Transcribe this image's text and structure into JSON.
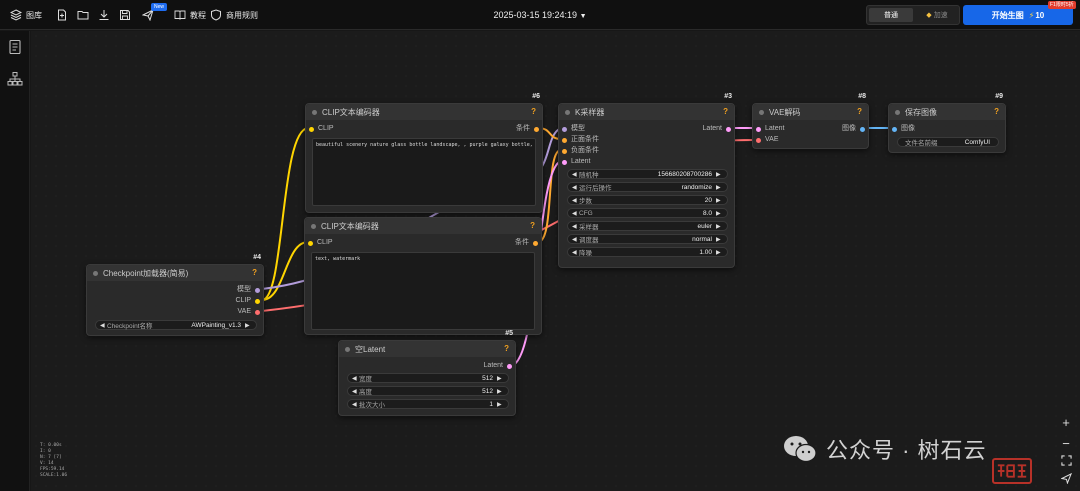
{
  "topbar": {
    "gallery_label": "图库",
    "new_badge": "New",
    "tutorial_label": "教程",
    "rules_label": "商用规则",
    "datetime": "2025-03-15 19:24:19",
    "mode_normal": "普通",
    "mode_boost": "加速",
    "start_label": "开始生图",
    "start_cost": "10",
    "limit_badge": "F1限时5折"
  },
  "nodes": {
    "clip1": {
      "id": "#6",
      "title": "CLIP文本编码器",
      "in_clip": "CLIP",
      "out_cond": "条件",
      "text": "beautiful scenery nature glass bottle landscape, , purple galaxy bottle,"
    },
    "clip2": {
      "id": "",
      "title": "CLIP文本编码器",
      "in_clip": "CLIP",
      "out_cond": "条件",
      "text": "text, watermark"
    },
    "ksampler": {
      "id": "#3",
      "title": "K采样器",
      "in_model": "模型",
      "in_pos": "正面条件",
      "in_neg": "负面条件",
      "in_latent": "Latent",
      "out_latent": "Latent",
      "widgets": [
        {
          "label": "随机种",
          "value": "156680208700286"
        },
        {
          "label": "运行后操作",
          "value": "randomize"
        },
        {
          "label": "步数",
          "value": "20"
        },
        {
          "label": "CFG",
          "value": "8.0"
        },
        {
          "label": "采样器",
          "value": "euler"
        },
        {
          "label": "调度器",
          "value": "normal"
        },
        {
          "label": "降噪",
          "value": "1.00"
        }
      ]
    },
    "vae": {
      "id": "#8",
      "title": "VAE解码",
      "in_latent": "Latent",
      "in_vae": "VAE",
      "out_image": "图像"
    },
    "save": {
      "id": "#9",
      "title": "保存图像",
      "in_image": "图像",
      "widget_label": "文件名前缀",
      "widget_value": "ComfyUI"
    },
    "checkpoint": {
      "id": "#4",
      "title": "Checkpoint加载器(简易)",
      "out_model": "模型",
      "out_clip": "CLIP",
      "out_vae": "VAE",
      "widget_label": "Checkpoint名称",
      "widget_value": "AWPainting_v1.3"
    },
    "latent": {
      "id": "#5",
      "title": "空Latent",
      "out_latent": "Latent",
      "widgets": [
        {
          "label": "宽度",
          "value": "512"
        },
        {
          "label": "高度",
          "value": "512"
        },
        {
          "label": "批次大小",
          "value": "1"
        }
      ]
    }
  },
  "stats": [
    "T: 0.00s",
    "I: 0",
    "N: 7 [7]",
    "V: 14",
    "FPS:59.14",
    "SCALE:1.06"
  ],
  "right_tools": {
    "zoom_in": "+",
    "zoom_out": "−"
  },
  "watermark": {
    "text": "公众号 · 树石云"
  },
  "colors": {
    "accent_blue": "#1767e8",
    "wire_model": "#b39ddb",
    "wire_clip": "#ffd500",
    "wire_vae": "#ff6e6e",
    "wire_cond": "#ffa931",
    "wire_latent": "#ff9cf9",
    "wire_image": "#64b5f6"
  }
}
